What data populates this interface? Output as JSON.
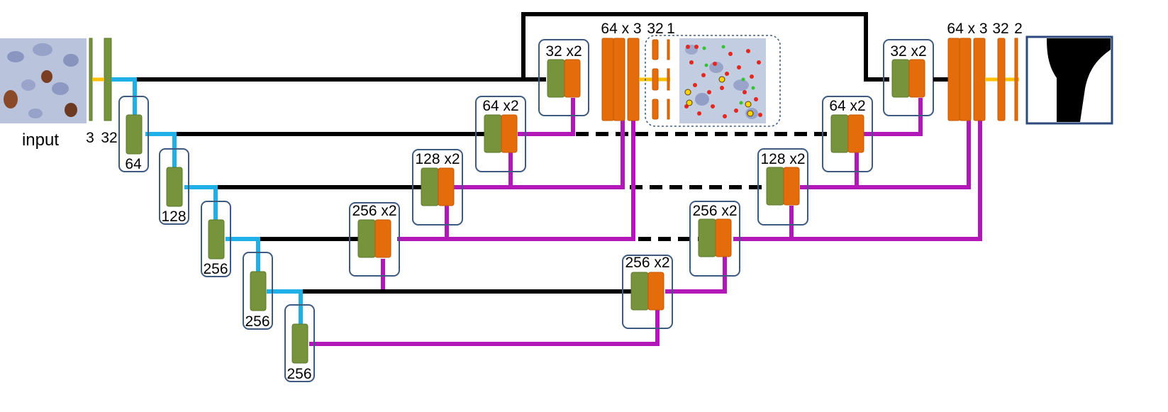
{
  "input_label": "input",
  "channel_labels": {
    "input_ch": "3",
    "first_conv": "32"
  },
  "encoder_labels": [
    "64",
    "128",
    "256",
    "256",
    "256"
  ],
  "decoder_labels": {
    "d256_bottom": "256 x2",
    "d256_left": "256 x2",
    "d128_left": "128 x2",
    "d64_left": "64 x2",
    "d32_left": "32 x2",
    "d256_right": "256 x2",
    "d128_right": "128 x2",
    "d64_right": "64 x2",
    "d32_right": "32 x2"
  },
  "head_labels": {
    "left_64x3": "64 x 3",
    "left_32": "32",
    "left_1": "1",
    "right_64x3": "64 x 3",
    "right_32": "32",
    "right_2": "2"
  },
  "colors": {
    "conv_green": "#77933c",
    "deconv_orange": "#e46c0a",
    "downsample_cyan": "#1eb0e6",
    "upsample_magenta": "#b217b8",
    "skip_black": "#000000",
    "output_yellow": "#ffc000",
    "box_border": "#3d5a80"
  },
  "images": {
    "input_patch": "histology-input-image",
    "detection_map": "cell-detection-overlay-image",
    "segmentation_output": "binary-segmentation-mask-image"
  }
}
